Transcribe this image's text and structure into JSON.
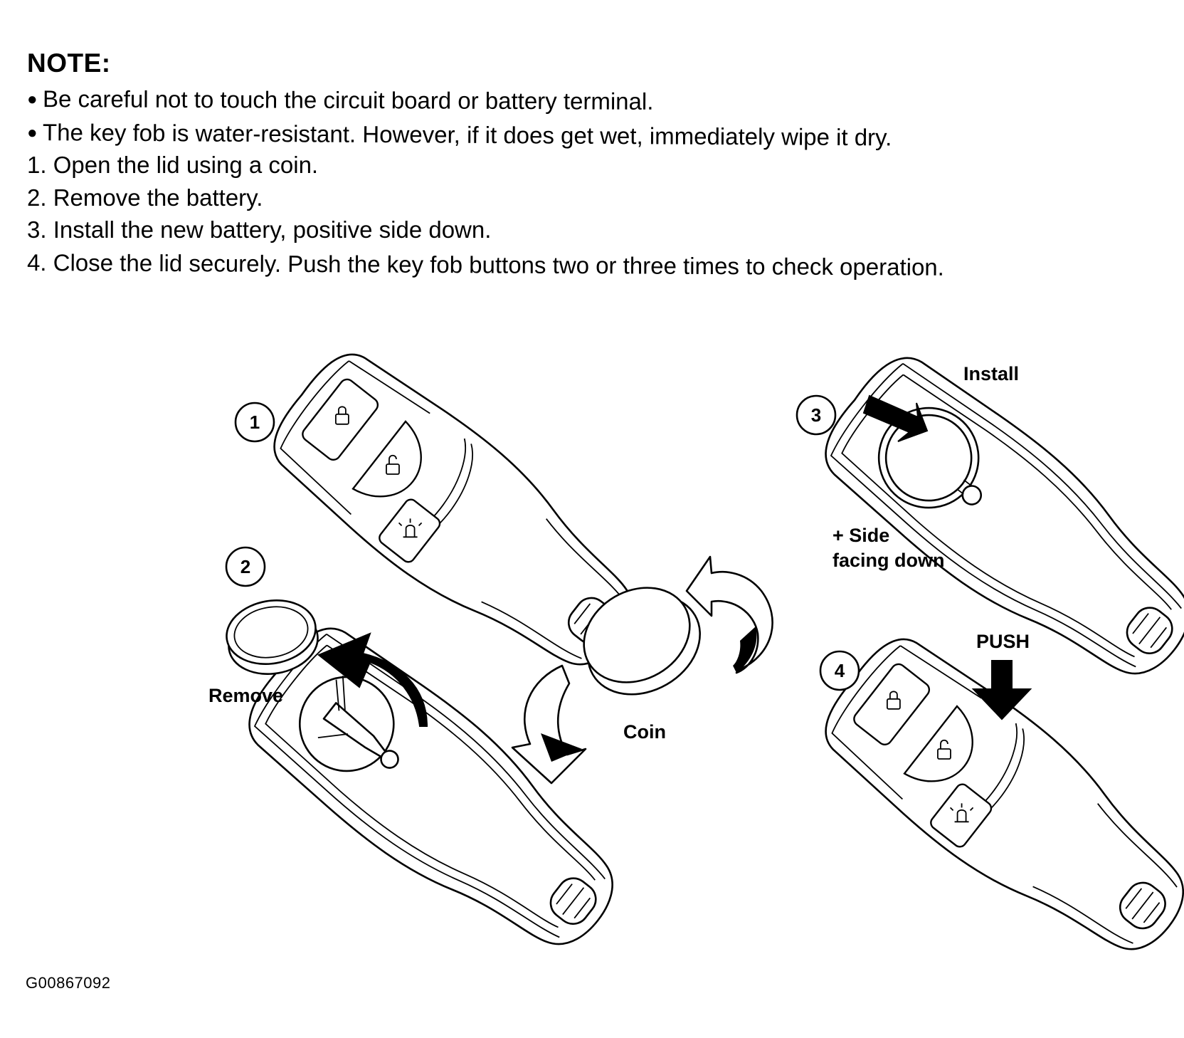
{
  "note": {
    "title": "NOTE:",
    "lines": [
      "Be careful not to touch the circuit board or battery terminal.",
      "The key fob is water-resistant.  However, if it does get wet, immediately wipe it dry.",
      "1. Open the lid using a coin.",
      "2. Remove the battery.",
      "3. Install the new battery, positive side down.",
      "4. Close the lid securely.  Push the key fob buttons two or three times to check operation."
    ]
  },
  "diagram": {
    "step_numbers": [
      "1",
      "2",
      "3",
      "4"
    ],
    "labels": {
      "remove": "Remove",
      "coin": "Coin",
      "install": "Install",
      "side_line1": "+ Side",
      "side_line2": "facing down",
      "push": "PUSH"
    },
    "icons": [
      "key-fob-closed-icon",
      "key-fob-open-icon",
      "coin-battery-icon",
      "coin-icon",
      "curved-arrow-icon",
      "push-arrow-icon",
      "lock-icon",
      "unlock-icon",
      "panic-alarm-icon"
    ]
  },
  "figure_id": "G00867092"
}
